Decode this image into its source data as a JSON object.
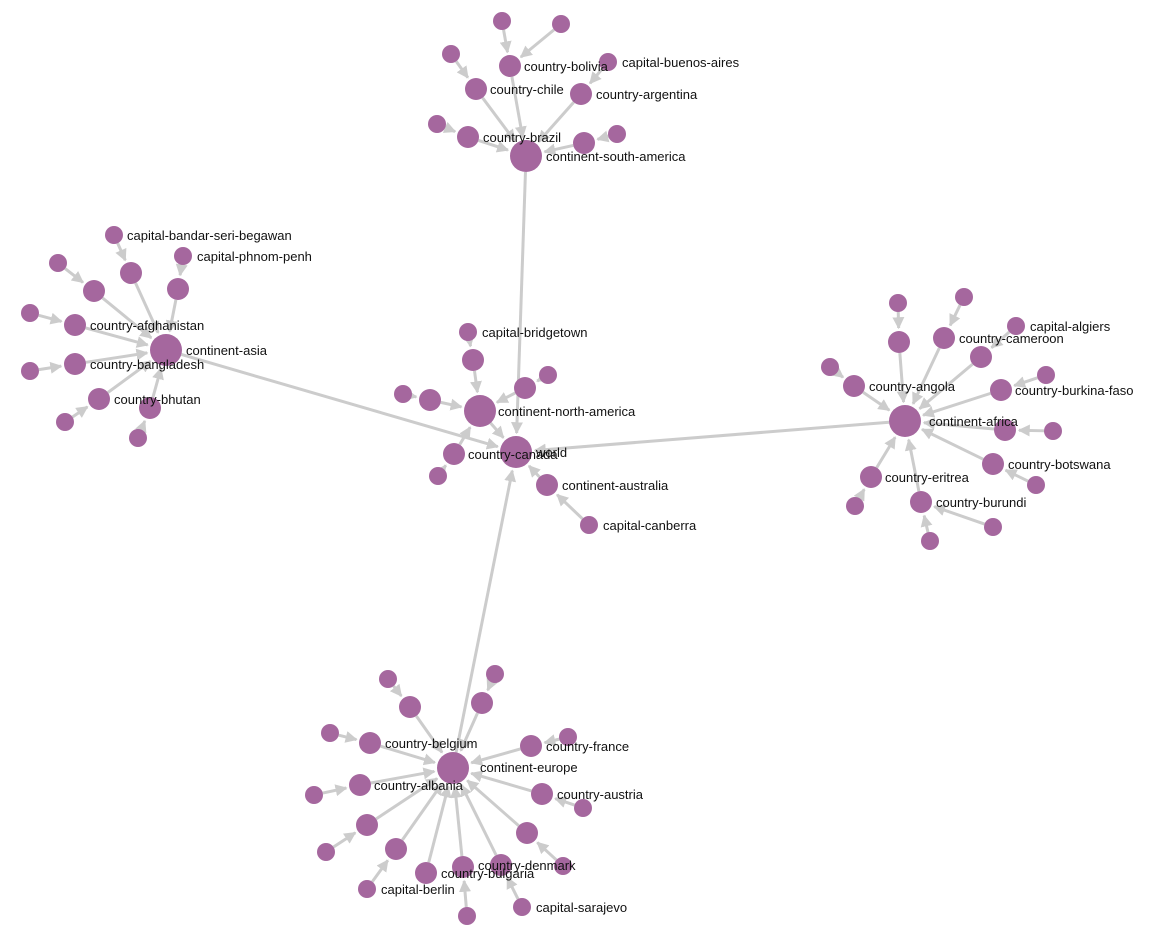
{
  "graph": {
    "node_color": "#a5679e",
    "edge_color": "#cccccc",
    "nodes": [
      {
        "id": "world",
        "label": "world",
        "size": "hub"
      },
      {
        "id": "continent-south-america",
        "label": "continent-south-america",
        "size": "hub"
      },
      {
        "id": "continent-asia",
        "label": "continent-asia",
        "size": "hub"
      },
      {
        "id": "continent-north-america",
        "label": "continent-north-america",
        "size": "hub"
      },
      {
        "id": "continent-africa",
        "label": "continent-africa",
        "size": "hub"
      },
      {
        "id": "continent-europe",
        "label": "continent-europe",
        "size": "hub"
      },
      {
        "id": "continent-australia",
        "label": "continent-australia",
        "size": "mid"
      },
      {
        "id": "capital-canberra",
        "label": "capital-canberra",
        "size": "leaf"
      },
      {
        "id": "country-canada",
        "label": "country-canada",
        "size": "mid"
      },
      {
        "id": "country-bolivia",
        "label": "country-bolivia",
        "size": "mid"
      },
      {
        "id": "country-chile",
        "label": "country-chile",
        "size": "mid"
      },
      {
        "id": "country-argentina",
        "label": "country-argentina",
        "size": "mid"
      },
      {
        "id": "country-brazil",
        "label": "country-brazil",
        "size": "mid"
      },
      {
        "id": "sa-mid-1",
        "label": "",
        "size": "mid"
      },
      {
        "id": "capital-buenos-aires",
        "label": "capital-buenos-aires",
        "size": "leaf"
      },
      {
        "id": "sa-leaf-1",
        "label": "",
        "size": "leaf"
      },
      {
        "id": "sa-leaf-2",
        "label": "",
        "size": "leaf"
      },
      {
        "id": "sa-leaf-3",
        "label": "",
        "size": "leaf"
      },
      {
        "id": "sa-leaf-4",
        "label": "",
        "size": "leaf"
      },
      {
        "id": "sa-leaf-5",
        "label": "",
        "size": "leaf"
      },
      {
        "id": "country-afghanistan",
        "label": "country-afghanistan",
        "size": "mid"
      },
      {
        "id": "country-bangladesh",
        "label": "country-bangladesh",
        "size": "mid"
      },
      {
        "id": "country-bhutan",
        "label": "country-bhutan",
        "size": "mid"
      },
      {
        "id": "asia-mid-1",
        "label": "",
        "size": "mid"
      },
      {
        "id": "asia-mid-2",
        "label": "",
        "size": "mid"
      },
      {
        "id": "asia-mid-3",
        "label": "",
        "size": "mid"
      },
      {
        "id": "asia-mid-4",
        "label": "",
        "size": "mid"
      },
      {
        "id": "capital-bandar-seri-begawan",
        "label": "capital-bandar-seri-begawan",
        "size": "leaf"
      },
      {
        "id": "capital-phnom-penh",
        "label": "capital-phnom-penh",
        "size": "leaf"
      },
      {
        "id": "asia-leaf-1",
        "label": "",
        "size": "leaf"
      },
      {
        "id": "asia-leaf-2",
        "label": "",
        "size": "leaf"
      },
      {
        "id": "asia-leaf-3",
        "label": "",
        "size": "leaf"
      },
      {
        "id": "asia-leaf-4",
        "label": "",
        "size": "leaf"
      },
      {
        "id": "asia-leaf-5",
        "label": "",
        "size": "leaf"
      },
      {
        "id": "asia-leaf-6",
        "label": "",
        "size": "leaf"
      },
      {
        "id": "na-mid-1",
        "label": "",
        "size": "mid"
      },
      {
        "id": "na-mid-2",
        "label": "",
        "size": "mid"
      },
      {
        "id": "na-mid-3",
        "label": "",
        "size": "mid"
      },
      {
        "id": "capital-bridgetown",
        "label": "capital-bridgetown",
        "size": "leaf"
      },
      {
        "id": "na-leaf-1",
        "label": "",
        "size": "leaf"
      },
      {
        "id": "na-leaf-2",
        "label": "",
        "size": "leaf"
      },
      {
        "id": "na-leaf-3",
        "label": "",
        "size": "leaf"
      },
      {
        "id": "country-cameroon",
        "label": "country-cameroon",
        "size": "mid"
      },
      {
        "id": "country-angola",
        "label": "country-angola",
        "size": "mid"
      },
      {
        "id": "country-burkina-faso",
        "label": "country-burkina-faso",
        "size": "mid"
      },
      {
        "id": "country-botswana",
        "label": "country-botswana",
        "size": "mid"
      },
      {
        "id": "country-eritrea",
        "label": "country-eritrea",
        "size": "mid"
      },
      {
        "id": "country-burundi",
        "label": "country-burundi",
        "size": "mid"
      },
      {
        "id": "af-mid-1",
        "label": "",
        "size": "mid"
      },
      {
        "id": "af-mid-2",
        "label": "",
        "size": "mid"
      },
      {
        "id": "af-mid-3",
        "label": "",
        "size": "mid"
      },
      {
        "id": "capital-algiers",
        "label": "capital-algiers",
        "size": "leaf"
      },
      {
        "id": "af-leaf-1",
        "label": "",
        "size": "leaf"
      },
      {
        "id": "af-leaf-2",
        "label": "",
        "size": "leaf"
      },
      {
        "id": "af-leaf-3",
        "label": "",
        "size": "leaf"
      },
      {
        "id": "af-leaf-4",
        "label": "",
        "size": "leaf"
      },
      {
        "id": "af-leaf-5",
        "label": "",
        "size": "leaf"
      },
      {
        "id": "af-leaf-6",
        "label": "",
        "size": "leaf"
      },
      {
        "id": "af-leaf-7",
        "label": "",
        "size": "leaf"
      },
      {
        "id": "af-leaf-8",
        "label": "",
        "size": "leaf"
      },
      {
        "id": "af-leaf-9",
        "label": "",
        "size": "leaf"
      },
      {
        "id": "country-belgium",
        "label": "country-belgium",
        "size": "mid"
      },
      {
        "id": "country-albania",
        "label": "country-albania",
        "size": "mid"
      },
      {
        "id": "country-france",
        "label": "country-france",
        "size": "mid"
      },
      {
        "id": "country-austria",
        "label": "country-austria",
        "size": "mid"
      },
      {
        "id": "country-denmark",
        "label": "country-denmark",
        "size": "mid"
      },
      {
        "id": "country-bulgaria",
        "label": "country-bulgaria",
        "size": "mid"
      },
      {
        "id": "eu-mid-1",
        "label": "",
        "size": "mid"
      },
      {
        "id": "eu-mid-2",
        "label": "",
        "size": "mid"
      },
      {
        "id": "eu-mid-3",
        "label": "",
        "size": "mid"
      },
      {
        "id": "eu-mid-4",
        "label": "",
        "size": "mid"
      },
      {
        "id": "eu-mid-5",
        "label": "",
        "size": "mid"
      },
      {
        "id": "eu-mid-6",
        "label": "",
        "size": "mid"
      },
      {
        "id": "capital-berlin",
        "label": "capital-berlin",
        "size": "leaf"
      },
      {
        "id": "capital-sarajevo",
        "label": "capital-sarajevo",
        "size": "leaf"
      },
      {
        "id": "eu-leaf-1",
        "label": "",
        "size": "leaf"
      },
      {
        "id": "eu-leaf-2",
        "label": "",
        "size": "leaf"
      },
      {
        "id": "eu-leaf-3",
        "label": "",
        "size": "leaf"
      },
      {
        "id": "eu-leaf-4",
        "label": "",
        "size": "leaf"
      },
      {
        "id": "eu-leaf-5",
        "label": "",
        "size": "leaf"
      },
      {
        "id": "eu-leaf-6",
        "label": "",
        "size": "leaf"
      },
      {
        "id": "eu-leaf-7",
        "label": "",
        "size": "leaf"
      },
      {
        "id": "eu-leaf-8",
        "label": "",
        "size": "leaf"
      },
      {
        "id": "eu-leaf-9",
        "label": "",
        "size": "leaf"
      }
    ],
    "edges": [
      [
        "continent-south-america",
        "world"
      ],
      [
        "continent-asia",
        "world"
      ],
      [
        "continent-north-america",
        "world"
      ],
      [
        "continent-africa",
        "world"
      ],
      [
        "continent-europe",
        "world"
      ],
      [
        "continent-australia",
        "world"
      ],
      [
        "capital-canberra",
        "continent-australia"
      ],
      [
        "country-canada",
        "continent-north-america"
      ],
      [
        "sa-leaf-1",
        "country-bolivia"
      ],
      [
        "sa-leaf-2",
        "country-bolivia"
      ],
      [
        "country-bolivia",
        "continent-south-america"
      ],
      [
        "sa-leaf-3",
        "country-chile"
      ],
      [
        "country-chile",
        "continent-south-america"
      ],
      [
        "capital-buenos-aires",
        "country-argentina"
      ],
      [
        "country-argentina",
        "continent-south-america"
      ],
      [
        "sa-leaf-4",
        "country-brazil"
      ],
      [
        "country-brazil",
        "continent-south-america"
      ],
      [
        "sa-leaf-5",
        "sa-mid-1"
      ],
      [
        "sa-mid-1",
        "continent-south-america"
      ],
      [
        "capital-bandar-seri-begawan",
        "asia-mid-2"
      ],
      [
        "asia-mid-2",
        "continent-asia"
      ],
      [
        "capital-phnom-penh",
        "asia-mid-3"
      ],
      [
        "asia-mid-3",
        "continent-asia"
      ],
      [
        "asia-leaf-1",
        "asia-mid-1"
      ],
      [
        "asia-mid-1",
        "continent-asia"
      ],
      [
        "asia-leaf-2",
        "country-afghanistan"
      ],
      [
        "country-afghanistan",
        "continent-asia"
      ],
      [
        "asia-leaf-3",
        "country-bangladesh"
      ],
      [
        "country-bangladesh",
        "continent-asia"
      ],
      [
        "asia-leaf-4",
        "country-bhutan"
      ],
      [
        "country-bhutan",
        "continent-asia"
      ],
      [
        "asia-leaf-5",
        "asia-mid-4"
      ],
      [
        "asia-mid-4",
        "continent-asia"
      ],
      [
        "capital-bridgetown",
        "na-mid-1"
      ],
      [
        "na-mid-1",
        "continent-north-america"
      ],
      [
        "na-leaf-1",
        "na-mid-2"
      ],
      [
        "na-mid-2",
        "continent-north-america"
      ],
      [
        "na-leaf-2",
        "na-mid-3"
      ],
      [
        "na-mid-3",
        "continent-north-america"
      ],
      [
        "na-leaf-3",
        "country-canada"
      ],
      [
        "af-leaf-1",
        "af-mid-1"
      ],
      [
        "af-mid-1",
        "continent-africa"
      ],
      [
        "af-leaf-2",
        "country-cameroon"
      ],
      [
        "country-cameroon",
        "continent-africa"
      ],
      [
        "capital-algiers",
        "af-mid-2"
      ],
      [
        "af-mid-2",
        "continent-africa"
      ],
      [
        "af-leaf-3",
        "country-angola"
      ],
      [
        "country-angola",
        "continent-africa"
      ],
      [
        "af-leaf-4",
        "country-burkina-faso"
      ],
      [
        "country-burkina-faso",
        "continent-africa"
      ],
      [
        "af-leaf-5",
        "af-mid-3"
      ],
      [
        "af-mid-3",
        "continent-africa"
      ],
      [
        "af-leaf-6",
        "country-botswana"
      ],
      [
        "country-botswana",
        "continent-africa"
      ],
      [
        "af-leaf-7",
        "country-eritrea"
      ],
      [
        "country-eritrea",
        "continent-africa"
      ],
      [
        "af-leaf-8",
        "country-burundi"
      ],
      [
        "af-leaf-9",
        "country-burundi"
      ],
      [
        "country-burundi",
        "continent-africa"
      ],
      [
        "eu-leaf-1",
        "eu-mid-1"
      ],
      [
        "eu-mid-1",
        "continent-europe"
      ],
      [
        "eu-leaf-2",
        "eu-mid-2"
      ],
      [
        "eu-mid-2",
        "continent-europe"
      ],
      [
        "eu-leaf-3",
        "country-belgium"
      ],
      [
        "country-belgium",
        "continent-europe"
      ],
      [
        "eu-leaf-4",
        "country-albania"
      ],
      [
        "country-albania",
        "continent-europe"
      ],
      [
        "eu-leaf-5",
        "eu-mid-3"
      ],
      [
        "eu-mid-3",
        "continent-europe"
      ],
      [
        "capital-berlin",
        "eu-mid-4"
      ],
      [
        "eu-mid-4",
        "continent-europe"
      ],
      [
        "eu-leaf-6",
        "country-bulgaria"
      ],
      [
        "country-bulgaria",
        "continent-europe"
      ],
      [
        "eu-leaf-7",
        "eu-mid-5"
      ],
      [
        "eu-mid-5",
        "continent-europe"
      ],
      [
        "capital-sarajevo",
        "country-denmark"
      ],
      [
        "country-denmark",
        "continent-europe"
      ],
      [
        "eu-leaf-8",
        "country-france"
      ],
      [
        "country-france",
        "continent-europe"
      ],
      [
        "eu-leaf-9",
        "country-austria"
      ],
      [
        "country-austria",
        "continent-europe"
      ],
      [
        "eu-mid-6",
        "continent-europe"
      ]
    ]
  }
}
